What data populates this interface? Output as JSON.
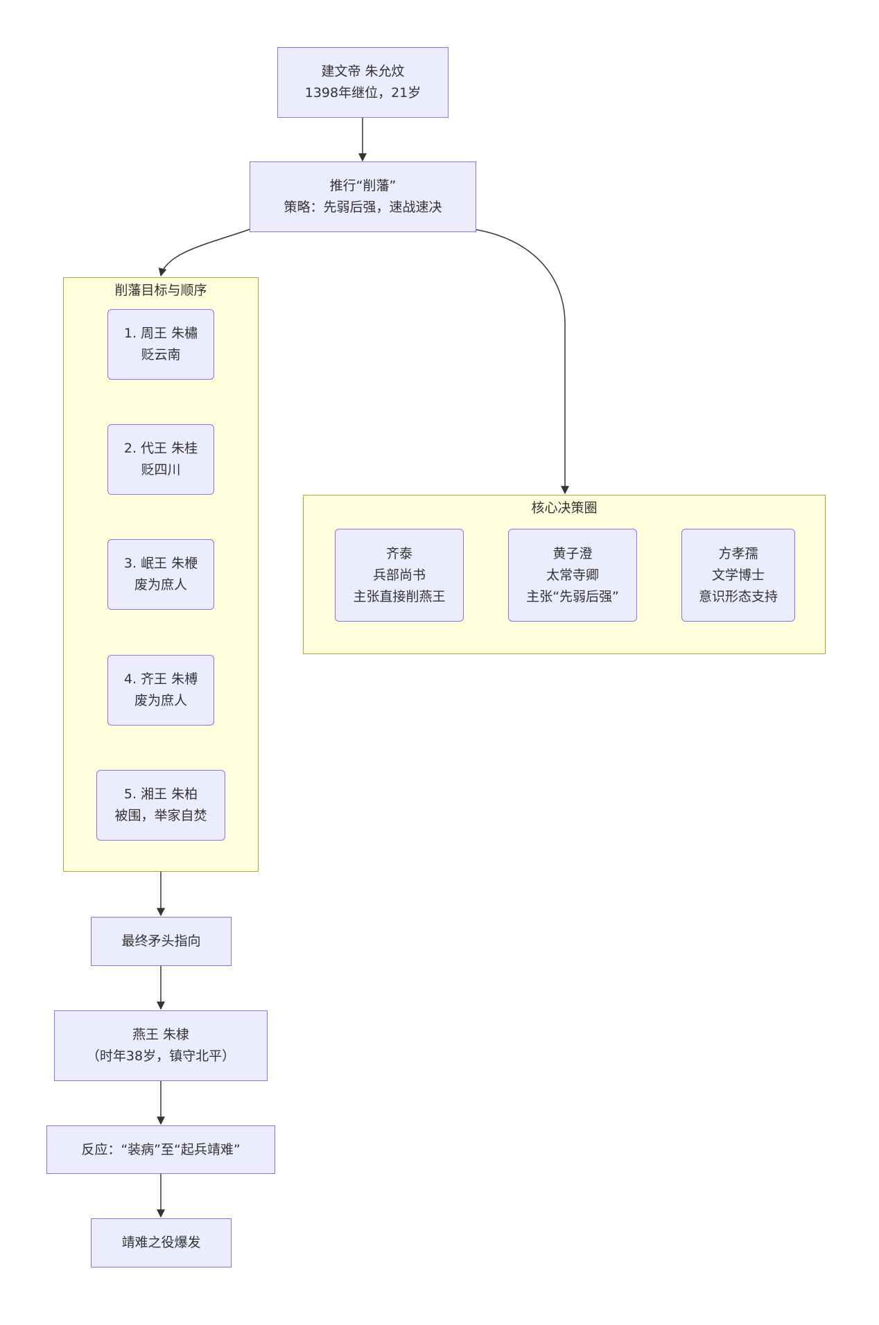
{
  "diagram": {
    "colors": {
      "node_fill": "#ececff",
      "node_border": "#9370db",
      "cluster_fill": "#ffffde",
      "cluster_border": "#aaaa33",
      "edge": "#333333",
      "text": "#333333"
    },
    "nodes": {
      "emperor": {
        "line1": "建文帝 朱允炆",
        "line2": "1398年继位，21岁"
      },
      "policy": {
        "line1": "推行“削藩”",
        "line2": "策略：先弱后强，速战速决"
      },
      "target_1": {
        "line1": "1. 周王 朱橚",
        "line2": "贬云南"
      },
      "target_2": {
        "line1": "2. 代王 朱桂",
        "line2": "贬四川"
      },
      "target_3": {
        "line1": "3. 岷王 朱楩",
        "line2": "废为庶人"
      },
      "target_4": {
        "line1": "4. 齐王 朱榑",
        "line2": "废为庶人"
      },
      "target_5": {
        "line1": "5. 湘王 朱柏",
        "line2": "被围，举家自焚"
      },
      "advisor_qitai": {
        "line1": "齐泰",
        "line2": "兵部尚书",
        "line3": "主张直接削燕王"
      },
      "advisor_huang": {
        "line1": "黄子澄",
        "line2": "太常寺卿",
        "line3": "主张“先弱后强”"
      },
      "advisor_fang": {
        "line1": "方孝孺",
        "line2": "文学博士",
        "line3": "意识形态支持"
      },
      "final_target": {
        "line1": "最终矛头指向"
      },
      "prince_yan": {
        "line1": "燕王 朱棣",
        "line2": "（时年38岁，镇守北平）"
      },
      "reaction": {
        "line1": "反应：“装病”至“起兵靖难”"
      },
      "outcome": {
        "line1": "靖难之役爆发"
      }
    },
    "clusters": {
      "targets": {
        "title": "削藩目标与顺序"
      },
      "advisors": {
        "title": "核心决策圈"
      }
    },
    "edges": [
      {
        "from": "emperor",
        "to": "policy"
      },
      {
        "from": "policy",
        "to": "targets"
      },
      {
        "from": "policy",
        "to": "advisors"
      },
      {
        "from": "targets",
        "to": "final_target"
      },
      {
        "from": "final_target",
        "to": "prince_yan"
      },
      {
        "from": "prince_yan",
        "to": "reaction"
      },
      {
        "from": "reaction",
        "to": "outcome"
      }
    ]
  }
}
